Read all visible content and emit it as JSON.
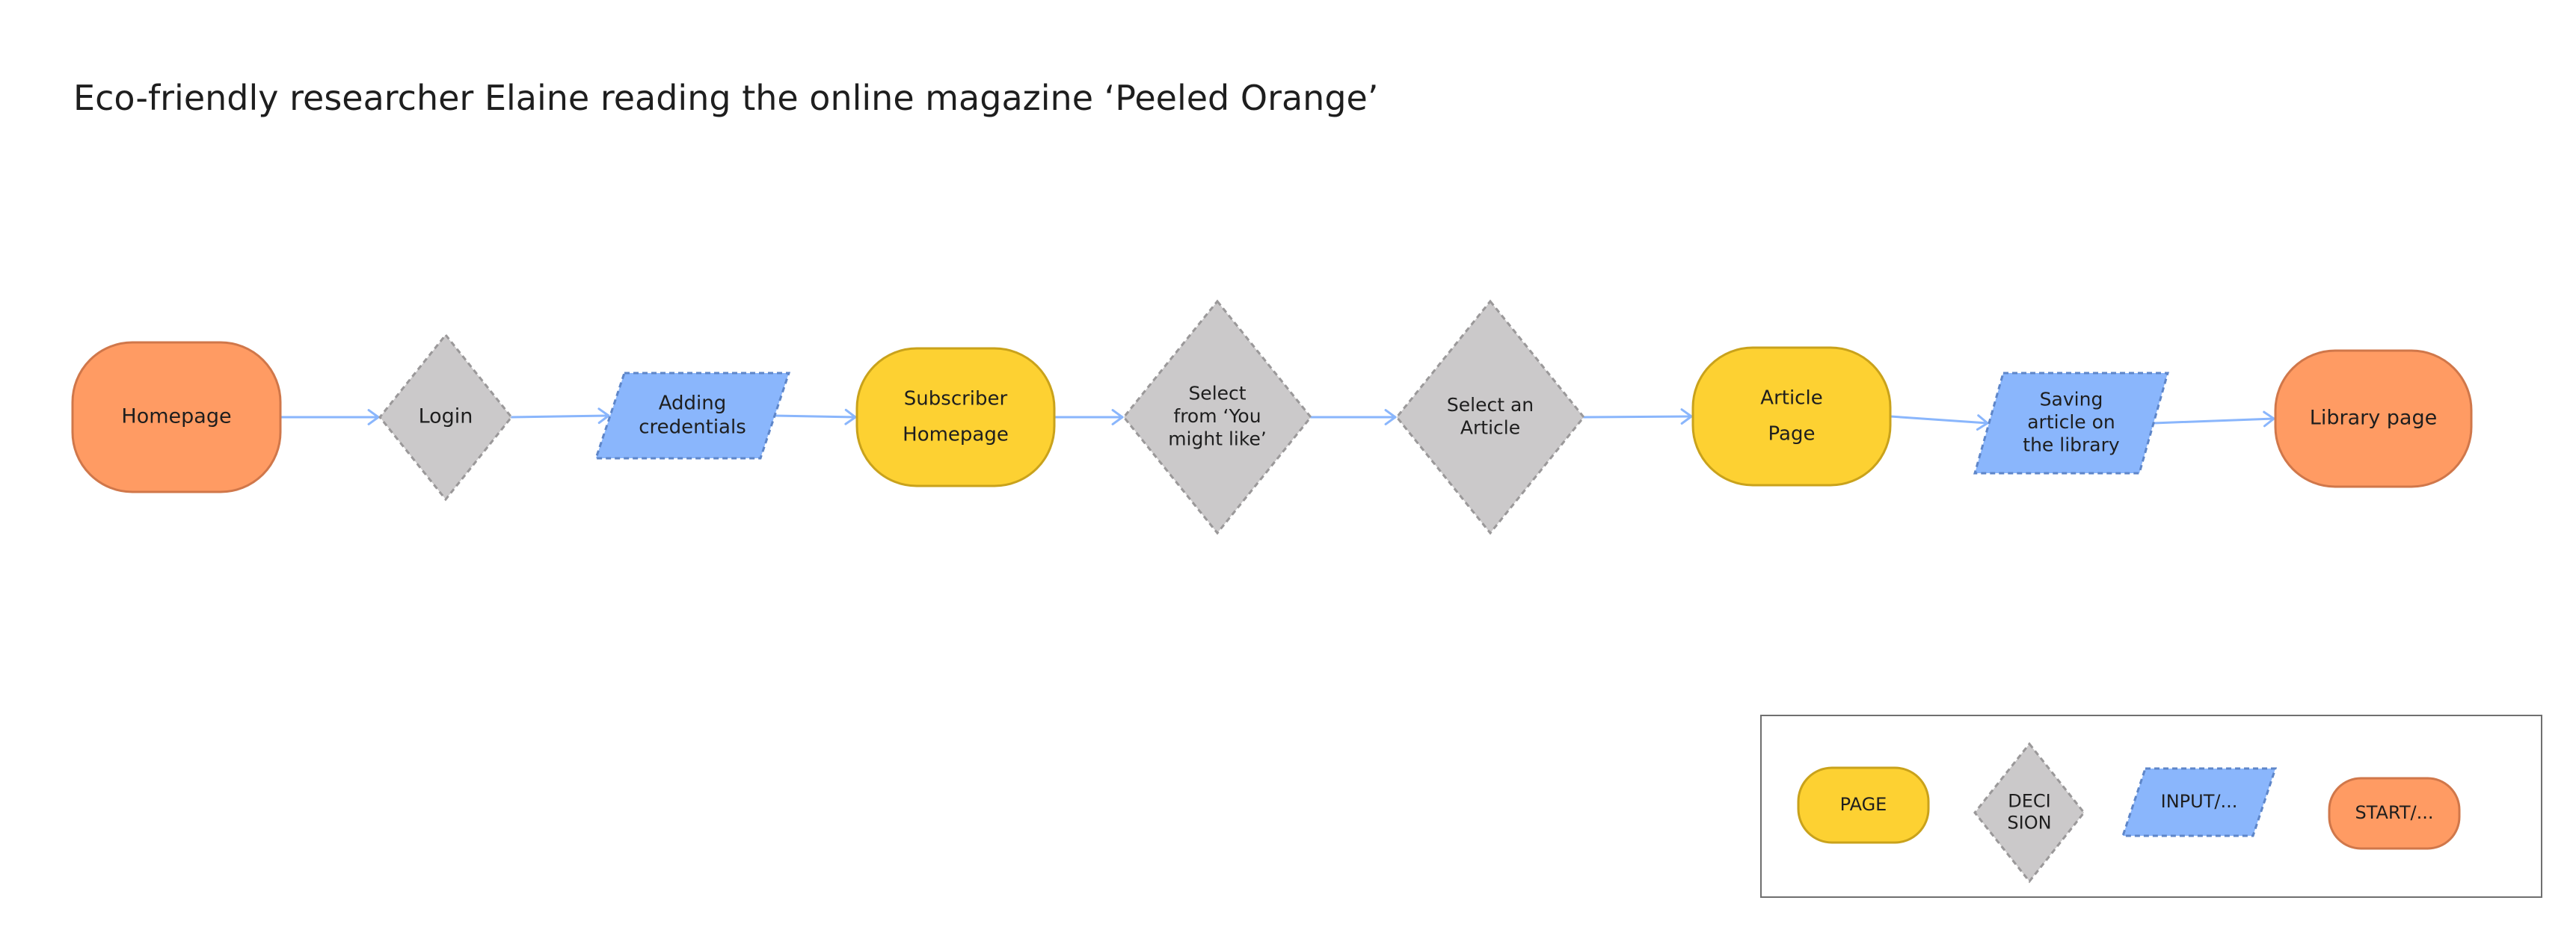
{
  "title": "Eco-friendly researcher Elaine reading the online magazine ‘Peeled Orange’",
  "colors": {
    "page": "#FDD132",
    "page_stroke": "#C9A21B",
    "decision": "#CBC9CA",
    "decision_stroke": "#9A9899",
    "input": "#8AB6FC",
    "input_stroke": "#5E86C9",
    "start": "#FF9B63",
    "start_stroke": "#D0774A",
    "connector": "#8AB6FC",
    "legend_border": "#6F6F6F"
  },
  "nodes": {
    "homepage": {
      "kind": "start",
      "lines": [
        "Homepage"
      ]
    },
    "login": {
      "kind": "decision",
      "lines": [
        "Login"
      ]
    },
    "adding_credentials": {
      "kind": "input",
      "lines": [
        "Adding",
        "credentials"
      ]
    },
    "subscriber_homepage": {
      "kind": "page",
      "lines": [
        "Subscriber",
        "Homepage"
      ]
    },
    "select_you_might_like": {
      "kind": "decision",
      "lines": [
        "Select",
        "from ‘You",
        "might like’"
      ]
    },
    "select_article": {
      "kind": "decision",
      "lines": [
        "Select an",
        "Article"
      ]
    },
    "article_page": {
      "kind": "page",
      "lines": [
        "Article",
        "Page"
      ]
    },
    "saving_article": {
      "kind": "input",
      "lines": [
        "Saving",
        "article on",
        "the library"
      ]
    },
    "library_page": {
      "kind": "start",
      "lines": [
        "Library page"
      ]
    }
  },
  "connectors": [
    [
      "homepage",
      "login"
    ],
    [
      "login",
      "adding_credentials"
    ],
    [
      "adding_credentials",
      "subscriber_homepage"
    ],
    [
      "subscriber_homepage",
      "select_you_might_like"
    ],
    [
      "select_you_might_like",
      "select_article"
    ],
    [
      "select_article",
      "article_page"
    ],
    [
      "article_page",
      "saving_article"
    ],
    [
      "saving_article",
      "library_page"
    ]
  ],
  "legend": {
    "page": {
      "kind": "page",
      "lines": [
        "PAGE"
      ]
    },
    "decision": {
      "kind": "decision",
      "lines": [
        "DECI",
        "SION"
      ]
    },
    "input": {
      "kind": "input",
      "lines": [
        "INPUT/..."
      ]
    },
    "start": {
      "kind": "start",
      "lines": [
        "START/..."
      ]
    }
  }
}
